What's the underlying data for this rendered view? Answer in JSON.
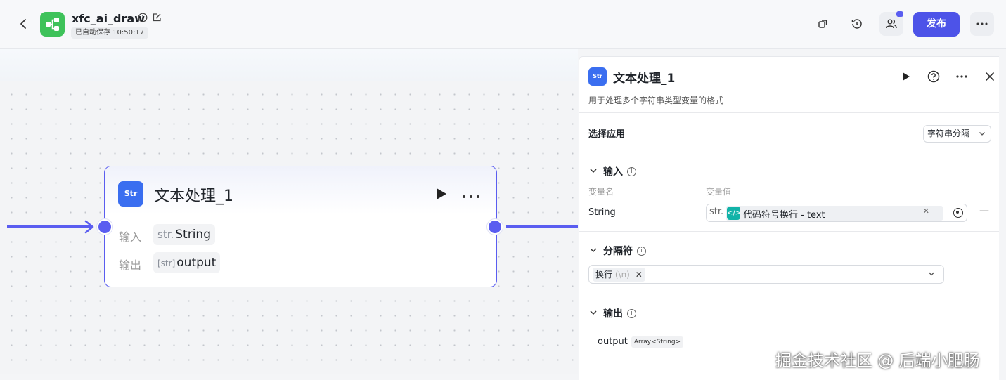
{
  "header": {
    "back_icon": "chevron-left-icon",
    "app_title": "xfc_ai_draw",
    "save_status": "已自动保存 10:50:17",
    "publish_label": "发布",
    "colors": {
      "accent": "#4d53e8",
      "logo": "#3ec25a"
    }
  },
  "node": {
    "icon_label": "Str",
    "title": "文本处理_1",
    "input_label": "输入",
    "input_type": "str.",
    "input_value": "String",
    "output_label": "输出",
    "output_type": "[str]",
    "output_value": "output"
  },
  "panel": {
    "icon_label": "Str",
    "title": "文本处理_1",
    "description": "用于处理多个字符串类型变量的格式",
    "app_select_label": "选择应用",
    "app_select_value": "字符串分隔",
    "input_section": "输入",
    "col_var_name": "变量名",
    "col_var_value": "变量值",
    "var_name": "String",
    "var_type": "str.",
    "var_ref_icon": "</>",
    "var_ref": "代码符号换行 - text",
    "separator_section": "分隔符",
    "separator_tag": "换行",
    "separator_tag_hint": "(\\n)",
    "output_section": "输出",
    "output_name": "output",
    "output_type": "Array<String>"
  },
  "watermark": "掘金技术社区 @ 后端小肥肠"
}
